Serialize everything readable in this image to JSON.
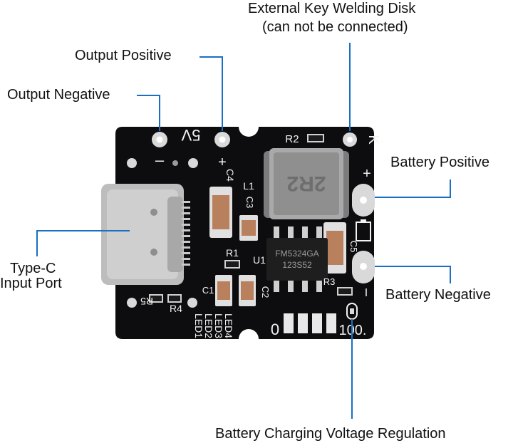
{
  "labels": {
    "key_disk_line1": "External Key Welding Disk",
    "key_disk_line2": "(can not be connected)",
    "output_positive": "Output Positive",
    "output_negative": "Output Negative",
    "battery_positive": "Battery Positive",
    "battery_negative": "Battery Negative",
    "type_c_line1": "Type-C",
    "type_c_line2": "Input Port",
    "voltage_regulation": "Battery Charging Voltage Regulation"
  },
  "silkscreen": {
    "minus": "–",
    "five_v": "5V",
    "plus_out": "+",
    "c4": "C4",
    "l1": "L1",
    "r2": "R2",
    "k": "K",
    "c3": "C3",
    "r1": "R1",
    "u1": "U1",
    "c1": "C1",
    "c2": "C2",
    "c5": "C5",
    "r3": "R3",
    "r4": "R4",
    "r5": "R5",
    "led1": "LED1",
    "led2": "LED2",
    "led3": "LED3",
    "led4": "LED4",
    "zero": "0",
    "hundred": "100.",
    "bat_plus": "+",
    "bat_minus": "I",
    "inductor_marking": "2R2",
    "chip_line1": "FM5324GA",
    "chip_line2": "123S52"
  },
  "colors": {
    "callout_line": "#1a6fc4",
    "pcb": "#0d0d0f",
    "silkscreen": "#f2f2f2",
    "pad": "#d9d9d9",
    "capacitor": "#b9805e",
    "usb_metal": "#bdbdbd"
  }
}
